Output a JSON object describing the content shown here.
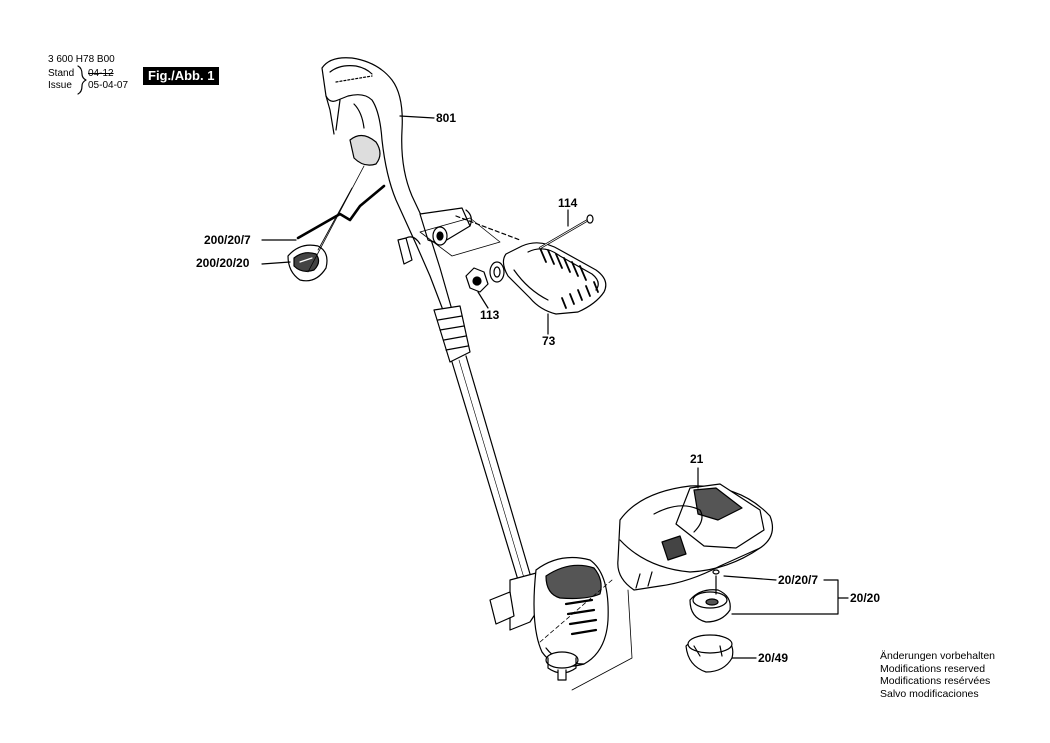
{
  "header": {
    "part_number": "3 600 H78 B00",
    "stand_label": "Stand",
    "stand_value": "04-12",
    "issue_label": "Issue",
    "issue_value": "05-04-07",
    "figure": "Fig./Abb. 1"
  },
  "labels": {
    "p801": "801",
    "p114": "114",
    "p113": "113",
    "p73": "73",
    "p200_20_7": "200/20/7",
    "p200_20_20": "200/20/20",
    "p21": "21",
    "p20_20_7": "20/20/7",
    "p20_20": "20/20",
    "p20_49": "20/49"
  },
  "notes": [
    "Änderungen vorbehalten",
    "Modifications reserved",
    "Modifications resérvées",
    "Salvo modificaciones"
  ]
}
